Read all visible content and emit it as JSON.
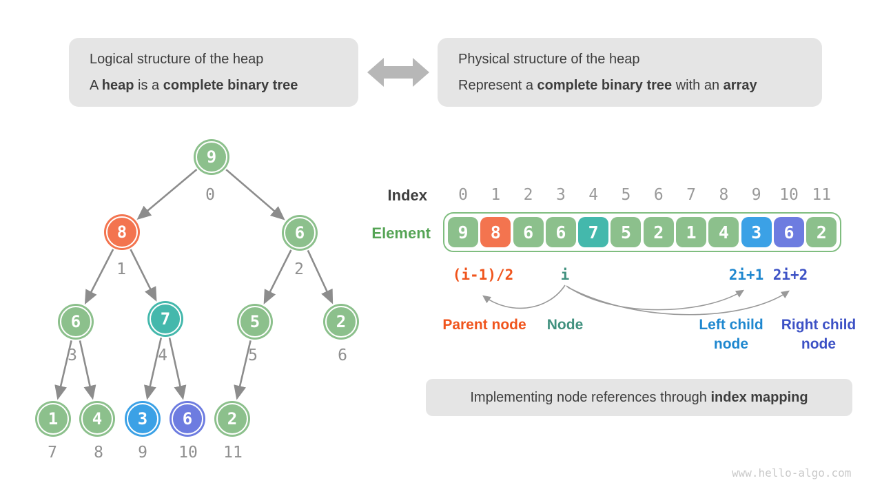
{
  "header": {
    "logical_box": {
      "line1": "Logical structure of the heap",
      "line2": [
        {
          "t": "A "
        },
        {
          "t": "heap",
          "b": true
        },
        {
          "t": " is a "
        },
        {
          "t": "complete binary tree",
          "b": true
        }
      ]
    },
    "physical_box": {
      "line1": "Physical structure of the heap",
      "line2": [
        {
          "t": "Represent a "
        },
        {
          "t": "complete binary tree",
          "b": true
        },
        {
          "t": " with an "
        },
        {
          "t": "array",
          "b": true
        }
      ]
    }
  },
  "tree": {
    "nodes": [
      {
        "value": "9",
        "index": "0",
        "color": "#8CC08C"
      },
      {
        "value": "8",
        "index": "1",
        "color": "#F3744F"
      },
      {
        "value": "6",
        "index": "2",
        "color": "#8CC08C"
      },
      {
        "value": "6",
        "index": "3",
        "color": "#8CC08C"
      },
      {
        "value": "7",
        "index": "4",
        "color": "#44B8AC"
      },
      {
        "value": "5",
        "index": "5",
        "color": "#8CC08C"
      },
      {
        "value": "2",
        "index": "6",
        "color": "#8CC08C"
      },
      {
        "value": "1",
        "index": "7",
        "color": "#8CC08C"
      },
      {
        "value": "4",
        "index": "8",
        "color": "#8CC08C"
      },
      {
        "value": "3",
        "index": "9",
        "color": "#3BA1E6"
      },
      {
        "value": "6",
        "index": "10",
        "color": "#6D7CE0"
      },
      {
        "value": "2",
        "index": "11",
        "color": "#8CC08C"
      }
    ]
  },
  "array": {
    "index_label": "Index",
    "element_label": "Element",
    "indices": [
      "0",
      "1",
      "2",
      "3",
      "4",
      "5",
      "6",
      "7",
      "8",
      "9",
      "10",
      "11"
    ],
    "cells": [
      {
        "value": "9",
        "color": "#8CC08C"
      },
      {
        "value": "8",
        "color": "#F3744F"
      },
      {
        "value": "6",
        "color": "#8CC08C"
      },
      {
        "value": "6",
        "color": "#8CC08C"
      },
      {
        "value": "7",
        "color": "#44B8AC"
      },
      {
        "value": "5",
        "color": "#8CC08C"
      },
      {
        "value": "2",
        "color": "#8CC08C"
      },
      {
        "value": "1",
        "color": "#8CC08C"
      },
      {
        "value": "4",
        "color": "#8CC08C"
      },
      {
        "value": "3",
        "color": "#3BA1E6"
      },
      {
        "value": "6",
        "color": "#6D7CE0"
      },
      {
        "value": "2",
        "color": "#8CC08C"
      }
    ]
  },
  "mapping": {
    "parent_formula": "(i-1)/2",
    "node_formula": "i",
    "left_formula": "2i+1",
    "right_formula": "2i+2",
    "parent_label": "Parent node",
    "node_label": "Node",
    "left_label_line1": "Left child",
    "left_label_line2": "node",
    "right_label_line1": "Right child",
    "right_label_line2": "node"
  },
  "bottom_box": [
    {
      "t": "Implementing node references through "
    },
    {
      "t": "index mapping",
      "b": true
    }
  ],
  "watermark": "www.hello-algo.com",
  "colors": {
    "green": "#8CC08C",
    "orange": "#F3744F",
    "teal": "#44B8AC",
    "blue": "#3BA1E6",
    "purple": "#6D7CE0",
    "orange_text": "#F0541C",
    "teal_text": "#41917F",
    "blue_text": "#1E87CF",
    "indigo_text": "#3C51C5",
    "element_green": "#55A455",
    "index_dark": "#3E3E3E",
    "box_bg": "#E5E5E5",
    "edge_gray": "#8C8C8C",
    "double_arrow_gray": "#B7B7B7",
    "array_border": "#7FBD7F",
    "watermark_gray": "#C9C9C9"
  }
}
